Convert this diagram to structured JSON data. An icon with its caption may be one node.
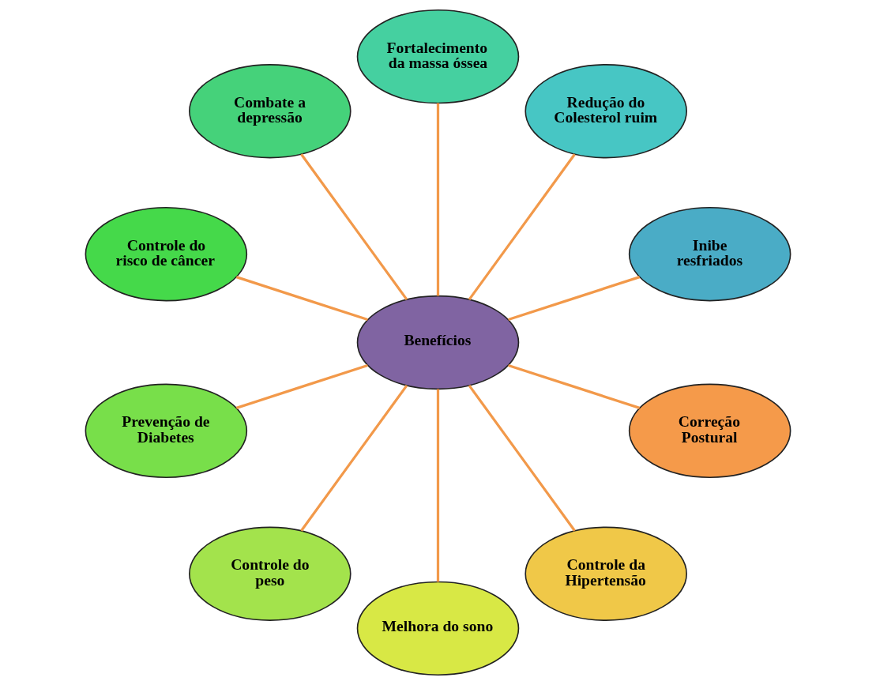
{
  "diagram": {
    "nodes": [
      {
        "text": [
          "Benefícios"
        ]
      },
      {
        "text": [
          "Inibe resfriados"
        ]
      },
      {
        "text": [
          "Redução do Colesterol ruim"
        ]
      },
      {
        "text": [
          "Fortalecimento da massa óssea"
        ]
      },
      {
        "text": [
          "Combate a depressão"
        ]
      },
      {
        "text": [
          "Controle do risco de câncer"
        ]
      },
      {
        "text": [
          "Prevenção de Diabetes"
        ]
      },
      {
        "text": [
          "Controle do peso"
        ]
      },
      {
        "text": [
          "Melhora do sono"
        ]
      },
      {
        "text": [
          "Controle da Hipertensão"
        ]
      },
      {
        "text": [
          "Correção Postural"
        ]
      }
    ],
    "edges": [
      {
        "from": 0,
        "to": 1,
        "arrow": "none"
      },
      {
        "from": 0,
        "to": 2,
        "arrow": "none"
      },
      {
        "from": 0,
        "to": 3,
        "arrow": "none"
      },
      {
        "from": 0,
        "to": 4,
        "arrow": "none"
      },
      {
        "from": 0,
        "to": 5,
        "arrow": "none"
      },
      {
        "from": 0,
        "to": 6,
        "arrow": "none"
      },
      {
        "from": 0,
        "to": 7,
        "arrow": "none"
      },
      {
        "from": 0,
        "to": 8,
        "arrow": "none"
      },
      {
        "from": 0,
        "to": 9,
        "arrow": "none"
      },
      {
        "from": 0,
        "to": 10,
        "arrow": "none"
      }
    ]
  }
}
